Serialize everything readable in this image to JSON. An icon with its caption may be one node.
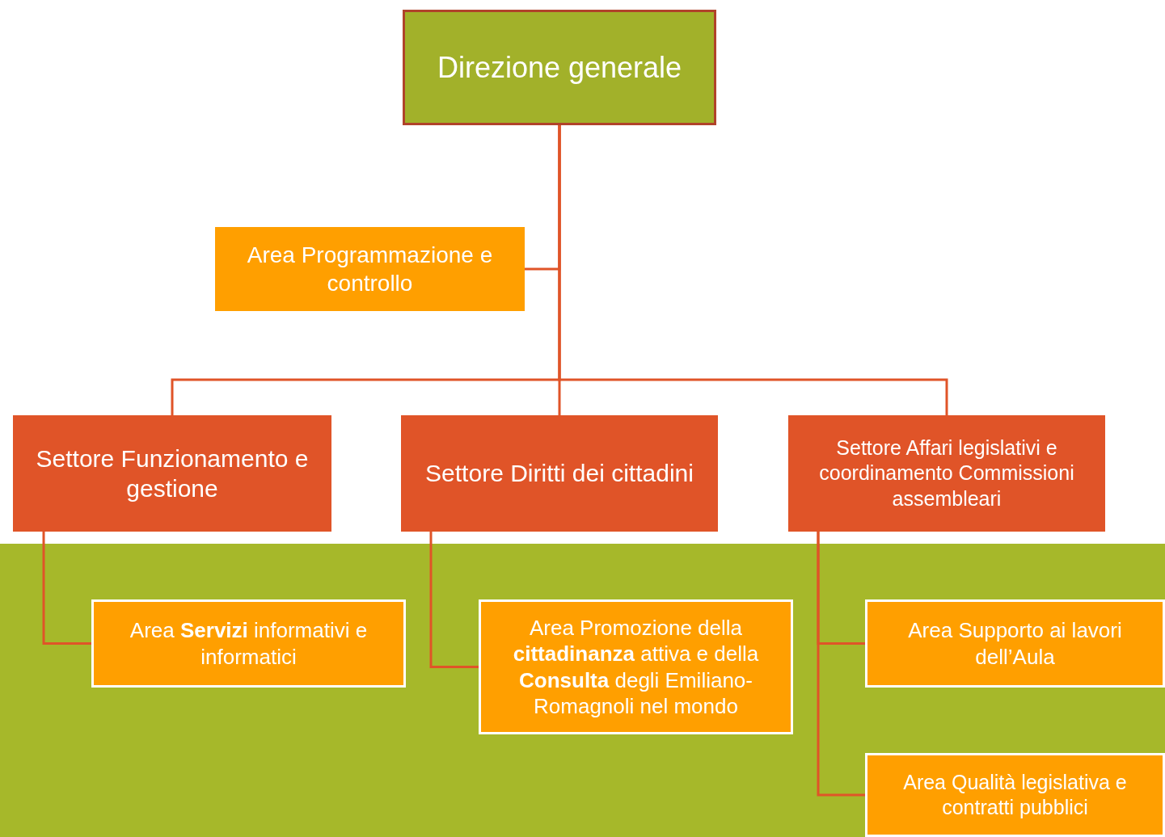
{
  "diagram": {
    "nodes": [
      {
        "text": [
          "Direzione generale"
        ]
      },
      {
        "text": [
          "Area Programmazione e controllo"
        ]
      },
      {
        "text": [
          "Settore Funzionamento e gestione"
        ]
      },
      {
        "text": [
          "Settore Diritti dei cittadini"
        ]
      },
      {
        "text": [
          "Settore Affari legislativi e coordinamento Commissioni assembleari"
        ]
      },
      {
        "text": [
          "Area **Servizi** informativi e informatici"
        ]
      },
      {
        "text": [
          "Area Promozione della **cittadinanza** attiva e della **Consulta** degli Emiliano-Romagnoli nel mondo"
        ]
      },
      {
        "text": [
          "Area Supporto ai lavori dell’Aula"
        ]
      },
      {
        "text": [
          "Area Qualità legislativa e contratti pubblici"
        ]
      }
    ],
    "edges": [
      {
        "from": 0,
        "to": 1,
        "arrow": "none"
      },
      {
        "from": 0,
        "to": 2,
        "arrow": "none"
      },
      {
        "from": 0,
        "to": 3,
        "arrow": "none"
      },
      {
        "from": 0,
        "to": 4,
        "arrow": "none"
      },
      {
        "from": 2,
        "to": 5,
        "arrow": "none"
      },
      {
        "from": 3,
        "to": 6,
        "arrow": "none"
      },
      {
        "from": 4,
        "to": 7,
        "arrow": "none"
      },
      {
        "from": 4,
        "to": 8,
        "arrow": "none"
      }
    ]
  }
}
